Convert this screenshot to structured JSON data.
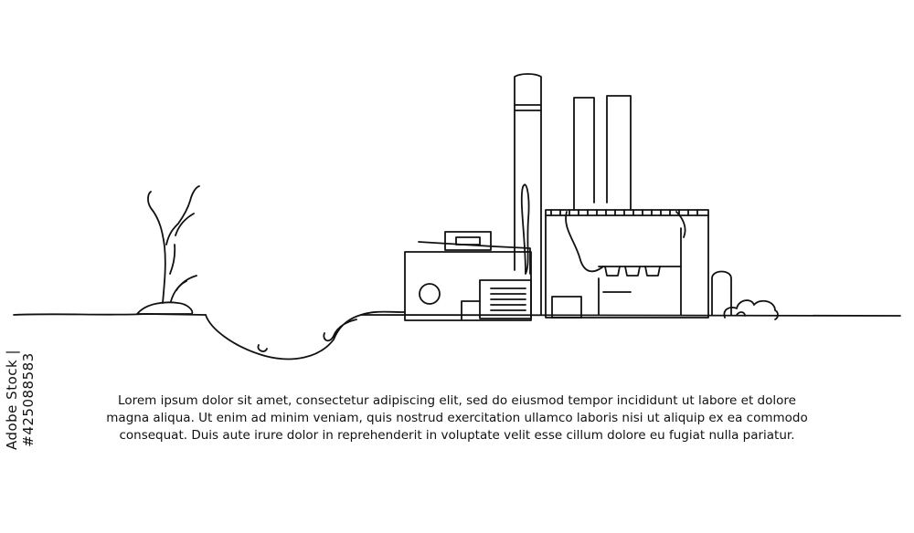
{
  "caption": {
    "line1": "Lorem ipsum dolor sit amet, consectetur adipiscing elit, sed do eiusmod tempor incididunt ut labore et dolore",
    "line2": "magna aliqua. Ut enim ad minim veniam, quis nostrud exercitation ullamco laboris nisi ut aliquip ex ea commodo",
    "line3": "consequat. Duis aute irure dolor in reprehenderit in voluptate velit esse cillum dolore eu fugiat nulla pariatur."
  },
  "stock_id": "Adobe Stock | #425088583",
  "colors": {
    "line": "#111111",
    "background": "#ffffff"
  }
}
